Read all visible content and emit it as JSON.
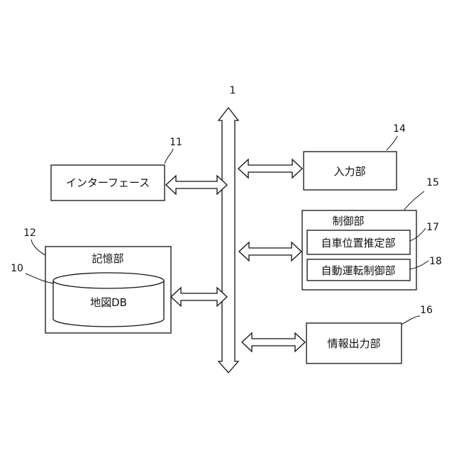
{
  "diagram": {
    "system_ref": "1",
    "interface": {
      "label": "インターフェース",
      "ref": "11"
    },
    "storage": {
      "label": "記憶部",
      "ref": "12",
      "db_label": "地図DB",
      "db_ref": "10"
    },
    "input": {
      "label": "入力部",
      "ref": "14"
    },
    "control": {
      "label": "制御部",
      "ref": "15",
      "sub1": {
        "label": "自車位置推定部",
        "ref": "17"
      },
      "sub2": {
        "label": "自動運転制御部",
        "ref": "18"
      }
    },
    "output": {
      "label": "情報出力部",
      "ref": "16"
    }
  },
  "colors": {
    "line": "#111111",
    "background": "#ffffff"
  }
}
